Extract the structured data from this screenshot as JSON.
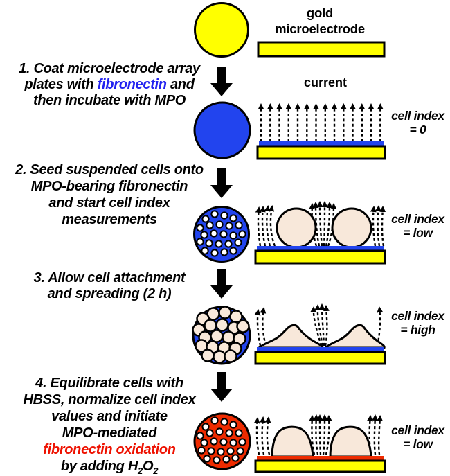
{
  "palette": {
    "well_yellow": "#ffff00",
    "fibronectin_blue": "#2244ee",
    "oxidized_red": "#ee2b00",
    "cell_fill": "#f8e8da",
    "highlight_blue": "#2222f0",
    "highlight_red": "#ee1100"
  },
  "header": {
    "electrode_label": "gold microelectrode"
  },
  "step1": {
    "line1": "1. Coat microelectrode array",
    "line2_pre": "plates with ",
    "line2_highlight": "fibronectin",
    "line2_post": " and",
    "line3": "then incubate with MPO",
    "diagram_label": "current",
    "cell_index_l1": "cell index",
    "cell_index_l2": "= 0"
  },
  "step2": {
    "line1": "2. Seed suspended cells onto",
    "line2": "MPO-bearing fibronectin",
    "line3": "and start cell index",
    "line4": "measurements",
    "cell_index_l1": "cell index",
    "cell_index_l2": "= low"
  },
  "step3": {
    "line1": "3. Allow cell attachment",
    "line2": "and spreading (2 h)",
    "cell_index_l1": "cell index",
    "cell_index_l2": "= high"
  },
  "step4": {
    "line1": "4. Equilibrate cells with",
    "line2": "HBSS, normalize cell index",
    "line3": "values and initiate",
    "line4": "MPO-mediated",
    "line5_highlight": "fibronectin oxidation",
    "line6_pre": "by adding H",
    "line6_sub1": "2",
    "line6_mid": "O",
    "line6_sub2": "2",
    "cell_index_l1": "cell index",
    "cell_index_l2": "= low"
  }
}
